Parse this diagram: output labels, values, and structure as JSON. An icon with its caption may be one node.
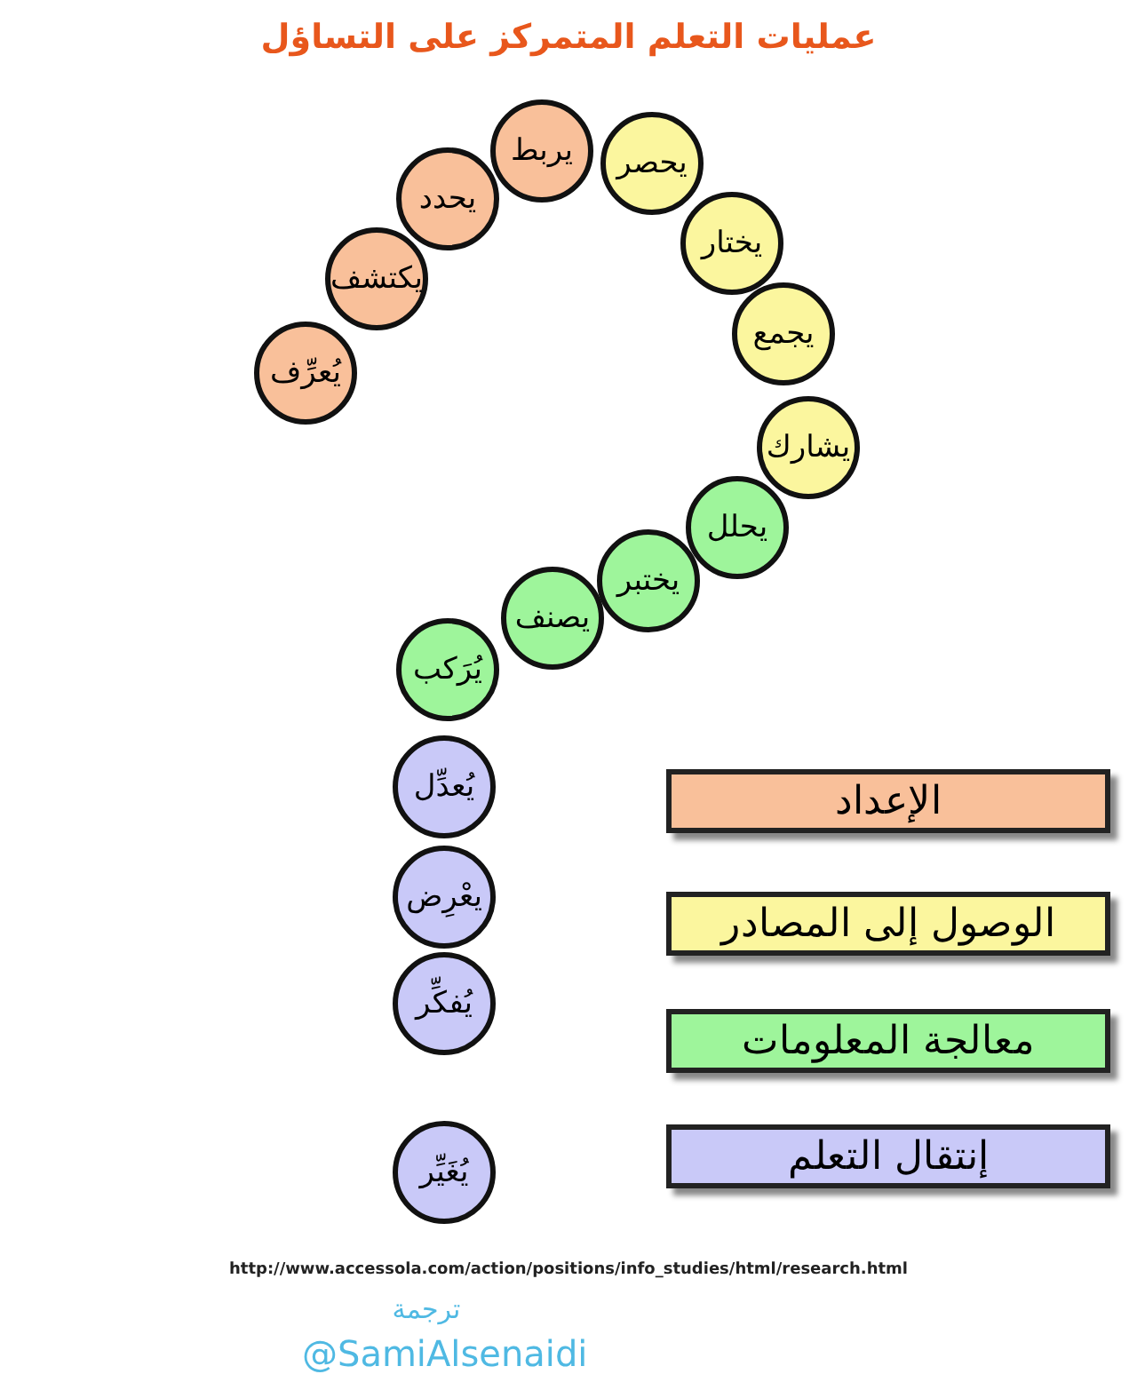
{
  "diagram": {
    "title": "عمليات التعلم المتمركز على التساؤل",
    "nodes": [
      {
        "text": [
          "يُعرِّف"
        ]
      },
      {
        "text": [
          "يكتشف"
        ]
      },
      {
        "text": [
          "يحدد"
        ]
      },
      {
        "text": [
          "يربط"
        ]
      },
      {
        "text": [
          "يحصر"
        ]
      },
      {
        "text": [
          "يختار"
        ]
      },
      {
        "text": [
          "يجمع"
        ]
      },
      {
        "text": [
          "يشارك"
        ]
      },
      {
        "text": [
          "يحلل"
        ]
      },
      {
        "text": [
          "يختبر"
        ]
      },
      {
        "text": [
          "يصنف"
        ]
      },
      {
        "text": [
          "يُرَكب"
        ]
      },
      {
        "text": [
          "يُعدِّل"
        ]
      },
      {
        "text": [
          "يعْرِض"
        ]
      },
      {
        "text": [
          "يُفكِّر"
        ]
      },
      {
        "text": [
          "يُغَيِّر"
        ]
      }
    ],
    "labels": [
      "http://www.accessola.com/action/positions/info_studies/html/research.html",
      "ترجمة",
      "@SamiAlsenaidi"
    ],
    "legend": [
      {
        "text": "الإعداد",
        "color": "#f9c09a"
      },
      {
        "text": "الوصول إلى المصادر",
        "color": "#fbf69e"
      },
      {
        "text": "معالجة المعلومات",
        "color": "#9ef59b"
      },
      {
        "text": "إنتقال التعلم",
        "color": "#c9c9f8"
      }
    ]
  }
}
